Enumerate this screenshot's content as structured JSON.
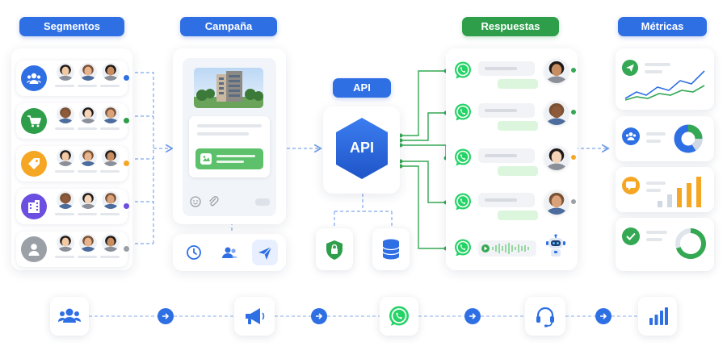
{
  "headers": {
    "segmentos": "Segmentos",
    "campana": "Campaña",
    "api": "API",
    "respuestas": "Respuestas",
    "metricas": "Métricas"
  },
  "api_hex_label": "API",
  "colors": {
    "blue": "#2f6fe4",
    "green": "#2e9e4a",
    "whatsapp": "#25d366",
    "orange": "#f5a623",
    "purple": "#6c4ee0",
    "gray": "#9aa0a6"
  },
  "segments": [
    {
      "icon": "group-icon",
      "color": "#2f6fe4"
    },
    {
      "icon": "cart-icon",
      "color": "#2e9e4a"
    },
    {
      "icon": "tag-icon",
      "color": "#f5a623"
    },
    {
      "icon": "building-icon",
      "color": "#6c4ee0"
    },
    {
      "icon": "user-icon",
      "color": "#9aa0a6"
    }
  ],
  "bottom_flow": [
    "group-icon",
    "megaphone-icon",
    "whatsapp-icon",
    "headset-icon",
    "bar-chart-icon"
  ]
}
